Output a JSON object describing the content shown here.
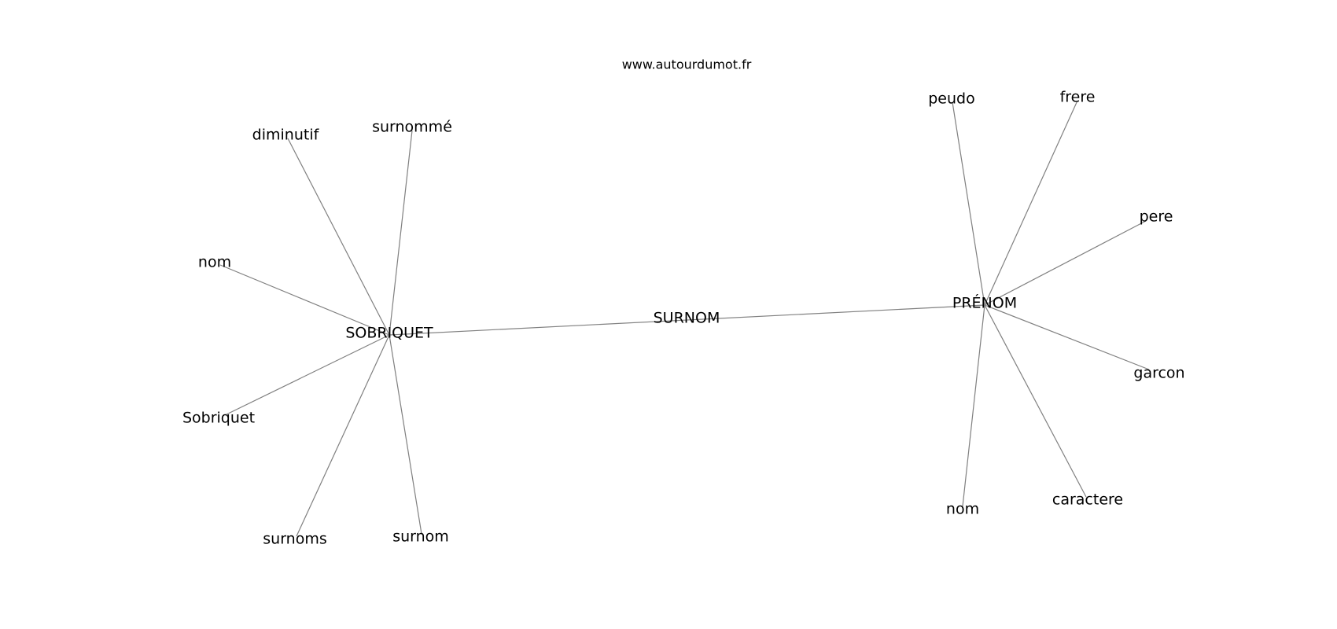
{
  "source": "www.autourdumot.fr",
  "graph": {
    "center": {
      "id": "surnom-center",
      "label": "SURNOM"
    },
    "hubs": [
      {
        "id": "sobriquet-hub",
        "label": "SOBRIQUET",
        "neighbors": [
          {
            "id": "diminutif",
            "label": "diminutif"
          },
          {
            "id": "surnomme",
            "label": "surnommé"
          },
          {
            "id": "nom-left",
            "label": "nom"
          },
          {
            "id": "sobriquet-lower",
            "label": "Sobriquet"
          },
          {
            "id": "surnoms",
            "label": "surnoms"
          },
          {
            "id": "surnom-lower",
            "label": "surnom"
          }
        ]
      },
      {
        "id": "prenom-hub",
        "label": "PRÉNOM",
        "neighbors": [
          {
            "id": "peudo",
            "label": "peudo"
          },
          {
            "id": "frere",
            "label": "frere"
          },
          {
            "id": "pere",
            "label": "pere"
          },
          {
            "id": "garcon",
            "label": "garcon"
          },
          {
            "id": "caractere",
            "label": "caractere"
          },
          {
            "id": "nom-right",
            "label": "nom"
          }
        ]
      }
    ]
  },
  "colors": {
    "edge": "#808080",
    "text": "#000000",
    "background": "#ffffff"
  }
}
